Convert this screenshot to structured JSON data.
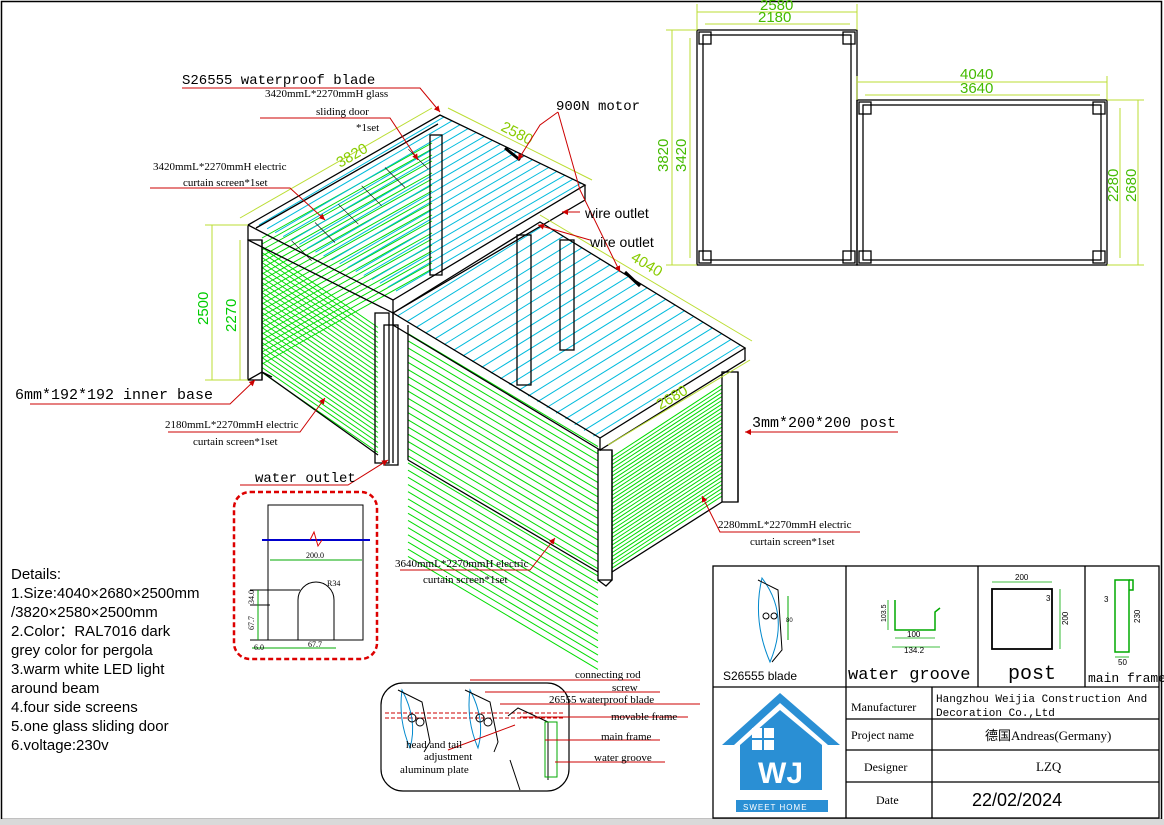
{
  "labels": {
    "blade": "S26555 waterproof blade",
    "glass_door_l1": "3420mmL*2270mmH glass",
    "glass_door_l2": "sliding door",
    "glass_door_l3": "*1set",
    "motor": "900N motor",
    "curtain_left_top_l1": "3420mmL*2270mmH electric",
    "curtain_left_top_l2": "curtain screen*1set",
    "wire_outlet_1": "wire outlet",
    "wire_outlet_2": "wire outlet",
    "inner_base": "6mm*192*192 inner base",
    "curtain_front_left_l1": "2180mmL*2270mmH electric",
    "curtain_front_left_l2": "curtain screen*1set",
    "post_label": "3mm*200*200  post",
    "water_outlet": "water outlet",
    "curtain_right_l1": "2280mmL*2270mmH electric",
    "curtain_right_l2": "curtain screen*1set",
    "curtain_front_l1": "3640mmL*2270mmH electric",
    "curtain_front_l2": "curtain screen*1set"
  },
  "dims_3d": {
    "left_length": "3820",
    "left_width": "2580",
    "right_length": "4040",
    "right_width": "2680",
    "height_outer": "2500",
    "height_inner": "2270"
  },
  "plan": {
    "top_outer": "2580",
    "top_inner": "2180",
    "left_outer": "3820",
    "left_inner": "3420",
    "right_top_outer": "4040",
    "right_top_inner": "3640",
    "right_side_inner": "2280",
    "right_side_outer": "2680"
  },
  "outlet_detail": {
    "width": "200.0",
    "radius": "R34",
    "h1": "34.0",
    "h2": "67.7",
    "b1": "6.0",
    "b2": "67.7"
  },
  "details": {
    "heading": "Details:",
    "line1": "1.Size:4040×2680×2500mm",
    "line2": "/3820×2580×2500mm",
    "line3": "2.Color：RAL7016 dark",
    "line4": "grey color for pergola",
    "line5": "3.warm white LED light",
    "line6": "around beam",
    "line7": "4.four side screens",
    "line8": "5.one glass sliding door",
    "line9": "6.voltage:230v"
  },
  "assembly": {
    "connecting_rod": "connecting rod",
    "screw": "screw",
    "blade": "26555 waterproof blade",
    "movable_frame": "movable frame",
    "main_frame": "main frame",
    "water_groove": "water groove",
    "adjust_l1": "head and tail",
    "adjust_l2": "adjustment",
    "adjust_l3": "aluminum plate"
  },
  "profiles": {
    "blade_caption": "S26555 blade",
    "groove_caption": "water groove",
    "post_caption": "post",
    "frame_caption": "main frame",
    "groove_h": "103.5",
    "groove_w1": "100",
    "groove_w2": "134.2",
    "post_w": "200",
    "post_h": "200",
    "post_t": "3",
    "frame_h": "230",
    "frame_t": "3",
    "frame_w": "50",
    "blade_dim": "80"
  },
  "title_block": {
    "manufacturer_label": "Manufacturer",
    "manufacturer_l1": "Hangzhou  Weijia  Construction And",
    "manufacturer_l2": "Decoration Co.,Ltd",
    "project_label": "Project name",
    "project": "德国Andreas(Germany)",
    "designer_label": "Designer",
    "designer": "LZQ",
    "date_label": "Date",
    "date": "22/02/2024",
    "logo_letters": "WJ",
    "logo_text": "SWEET HOME"
  },
  "colors": {
    "green_line": "#00dd00",
    "cyan_line": "#00bbdd",
    "dim_line": "#bbdd33",
    "leader": "#cc0000",
    "logo_blue": "#2a8fd4"
  }
}
